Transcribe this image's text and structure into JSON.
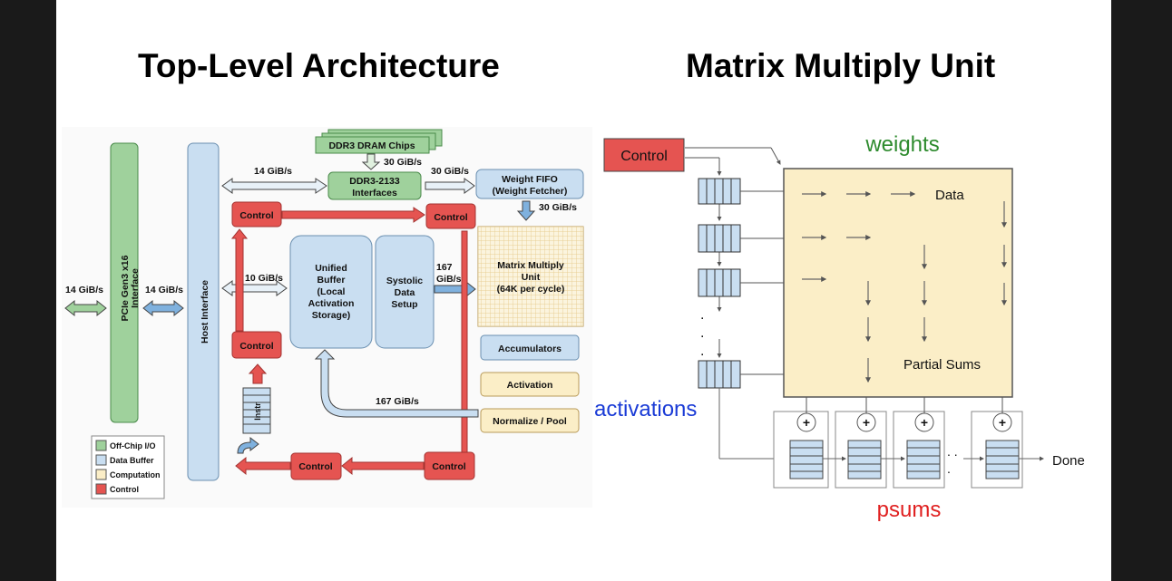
{
  "titles": {
    "left": "Top-Level Architecture",
    "right": "Matrix Multiply Unit"
  },
  "left_diagram": {
    "ddr3_chips": "DDR3 DRAM Chips",
    "ddr3_interfaces": [
      "DDR3-2133",
      "Interfaces"
    ],
    "weight_fifo": [
      "Weight FIFO",
      "(Weight Fetcher)"
    ],
    "pcie": [
      "PCIe Gen3 x16",
      "Interface"
    ],
    "host_interface": "Host Interface",
    "unified_buffer": [
      "Unified",
      "Buffer",
      "(Local",
      "Activation",
      "Storage)"
    ],
    "systolic": [
      "Systolic",
      "Data",
      "Setup"
    ],
    "mmu": [
      "Matrix Multiply",
      "Unit",
      "(64K per cycle)"
    ],
    "accumulators": "Accumulators",
    "activation": "Activation",
    "normalize_pool": "Normalize / Pool",
    "control": "Control",
    "instr": "Instr",
    "bw": {
      "offchip": "14 GiB/s",
      "pcie_host": "14 GiB/s",
      "host_ddr": "14 GiB/s",
      "ddr_chip": "30 GiB/s",
      "ddr_fifo": "30 GiB/s",
      "fifo_mmu": "30 GiB/s",
      "host_ub": "10 GiB/s",
      "sys_mmu": [
        "167",
        "GiB/s"
      ],
      "feedback": "167 GiB/s"
    },
    "legend": [
      {
        "label": "Off-Chip I/O",
        "color": "#9fd19c"
      },
      {
        "label": "Data Buffer",
        "color": "#c9def1"
      },
      {
        "label": "Computation",
        "color": "#fbeec7"
      },
      {
        "label": "Control",
        "color": "#e55451"
      }
    ]
  },
  "right_diagram": {
    "control": "Control",
    "weights": "weights",
    "data": "Data",
    "partial_sums": "Partial Sums",
    "activations": "activations",
    "psums": "psums",
    "done": "Done",
    "colors": {
      "weights": "#2e8b2e",
      "activations": "#1a3bd6",
      "psums": "#e02020"
    }
  }
}
